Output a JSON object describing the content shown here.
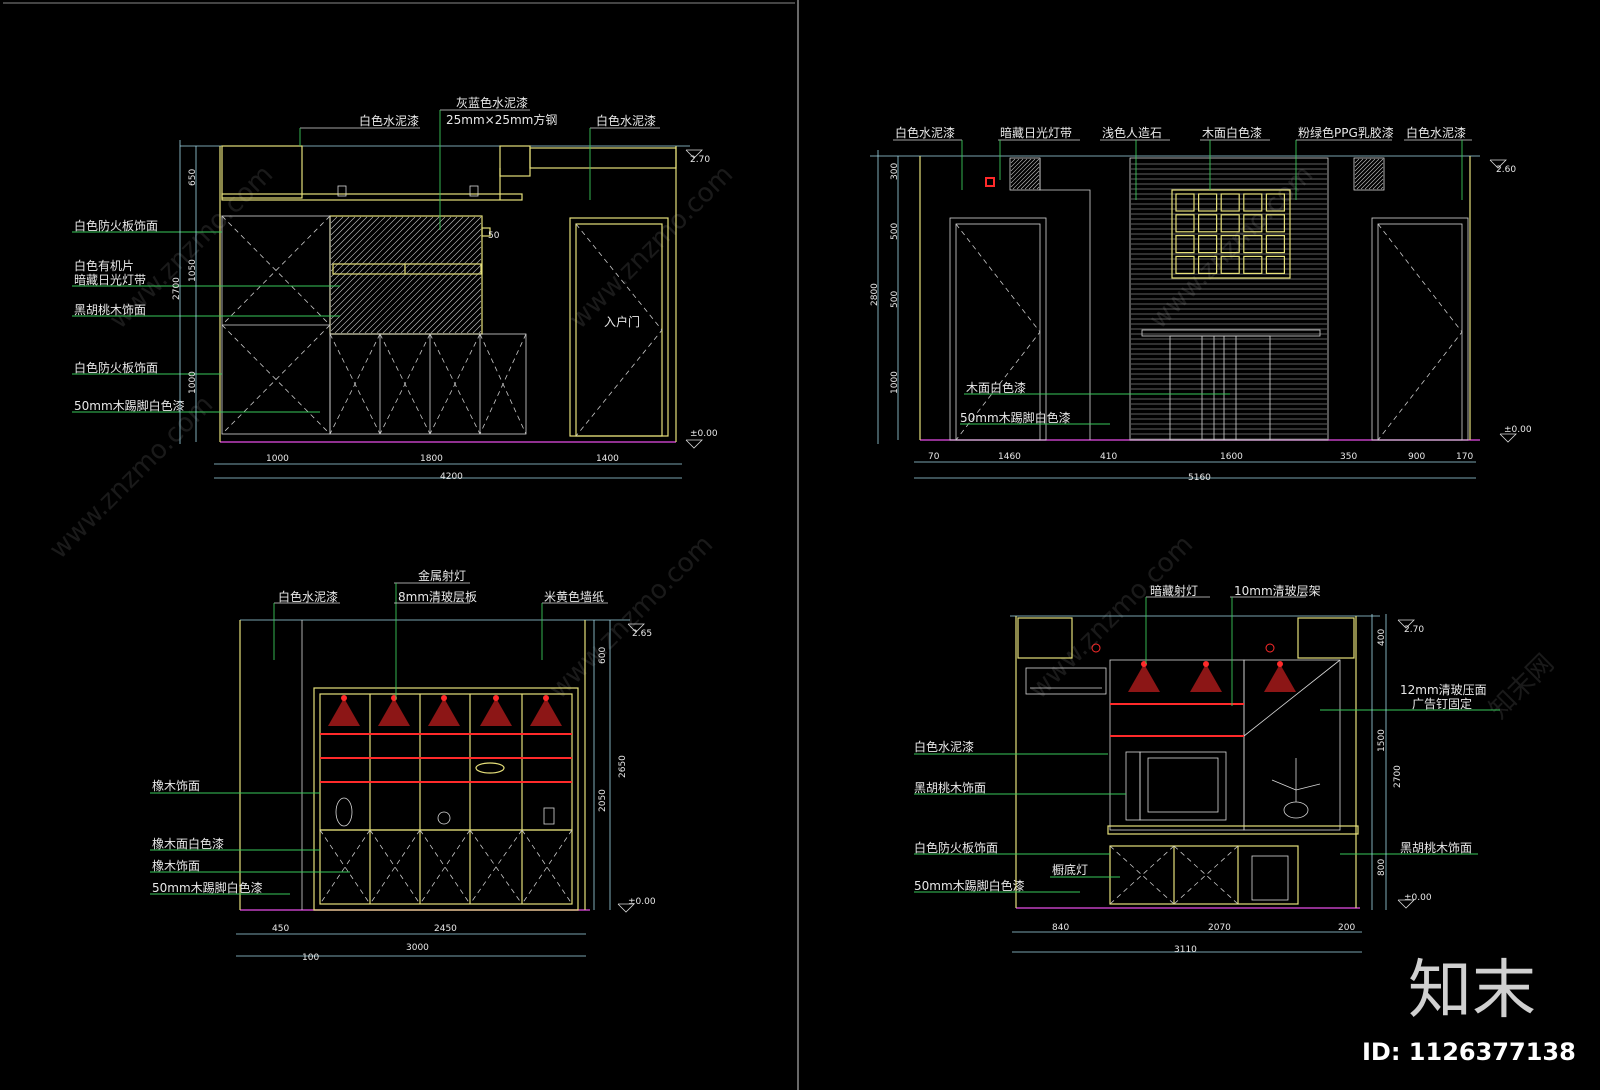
{
  "panel_top_left": {
    "labels": [
      "白色水泥漆",
      "灰蓝色水泥漆",
      "25mm×25mm方钢",
      "白色水泥漆",
      "白色防火板饰面",
      "白色有机片",
      "暗藏日光灯带",
      "黑胡桃木饰面",
      "白色防火板饰面",
      "50mm木踢脚白色漆",
      "入户门"
    ],
    "dims_h": [
      "1000",
      "1800",
      "1400",
      "4200"
    ],
    "dims_v": [
      "650",
      "1050",
      "2700",
      "1000"
    ],
    "levels": [
      "2.70",
      "±0.00"
    ],
    "note": "50"
  },
  "panel_top_right": {
    "labels": [
      "白色水泥漆",
      "暗藏日光灯带",
      "浅色人造石",
      "木面白色漆",
      "粉绿色PPG乳胶漆",
      "白色水泥漆",
      "木面白色漆",
      "50mm木踢脚白色漆"
    ],
    "dims_h": [
      "70",
      "1460",
      "410",
      "1600",
      "350",
      "900",
      "170",
      "5160"
    ],
    "dims_v": [
      "300",
      "500",
      "500",
      "2800",
      "1000"
    ],
    "levels": [
      "2.60",
      "±0.00"
    ]
  },
  "panel_bottom_left": {
    "labels": [
      "白色水泥漆",
      "金属射灯",
      "8mm清玻层板",
      "米黄色墙纸",
      "橡木饰面",
      "橡木面白色漆",
      "橡木饰面",
      "50mm木踢脚白色漆"
    ],
    "dims_h": [
      "450",
      "2450",
      "100",
      "3000"
    ],
    "dims_v": [
      "600",
      "2650",
      "2050"
    ],
    "levels": [
      "2.65",
      "±0.00"
    ]
  },
  "panel_bottom_right": {
    "labels": [
      "暗藏射灯",
      "10mm清玻层架",
      "12mm清玻压面",
      "广告钉固定",
      "白色水泥漆",
      "黑胡桃木饰面",
      "白色防火板饰面",
      "橱底灯",
      "50mm木踢脚白色漆",
      "黑胡桃木饰面"
    ],
    "dims_h": [
      "840",
      "2070",
      "200",
      "3110"
    ],
    "dims_v": [
      "400",
      "1500",
      "2700",
      "800"
    ],
    "levels": [
      "2.70",
      "±0.00"
    ]
  },
  "watermark": {
    "text": "www.znzmo.com",
    "text_cn": "知末网",
    "brand": "知末",
    "id": "ID: 1126377138"
  },
  "colors": {
    "background": "#000000",
    "outline": "#e6e07a",
    "dimension": "#9fd8e8",
    "floor": "#c040c0",
    "light": "#ff2a2a",
    "leader": "#39c75a"
  }
}
